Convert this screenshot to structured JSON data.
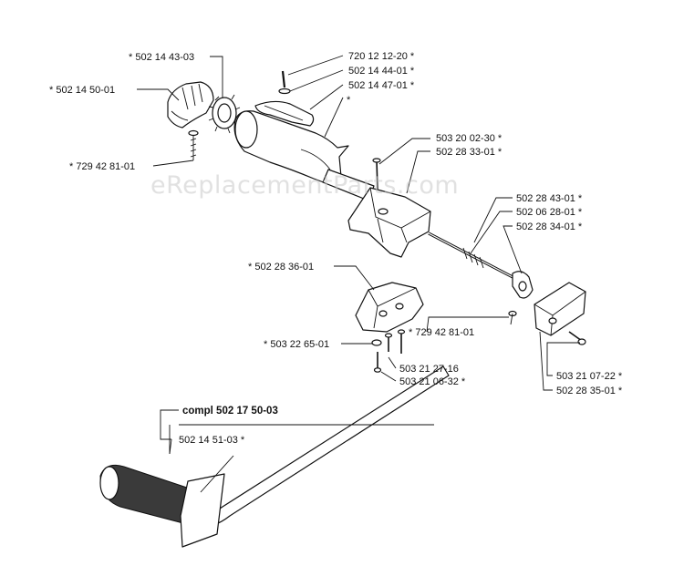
{
  "watermark": "eReplacementParts.com",
  "labels": {
    "l1": "* 502 14 43-03",
    "l2": "* 502 14 50-01",
    "l3": "* 729 42 81-01",
    "l4": "720 12 12-20 *",
    "l5": "502 14 44-01 *",
    "l6": "502 14 47-01 *",
    "l7": "*",
    "l8": "503 20 02-30 *",
    "l9": "502 28 33-01 *",
    "l10": "502 28 43-01 *",
    "l11": "502 06 28-01 *",
    "l12": "502 28 34-01 *",
    "l13": "* 502 28 36-01",
    "l14": "* 729 42 81-01",
    "l15": "* 503 22 65-01",
    "l16": "503 21 27-16",
    "l17": "503 21 06-32 *",
    "l18": "503 21 07-22 *",
    "l19": "502 28 35-01 *",
    "l20": "compl 502 17 50-03",
    "l21": "502 14 51-03 *"
  }
}
